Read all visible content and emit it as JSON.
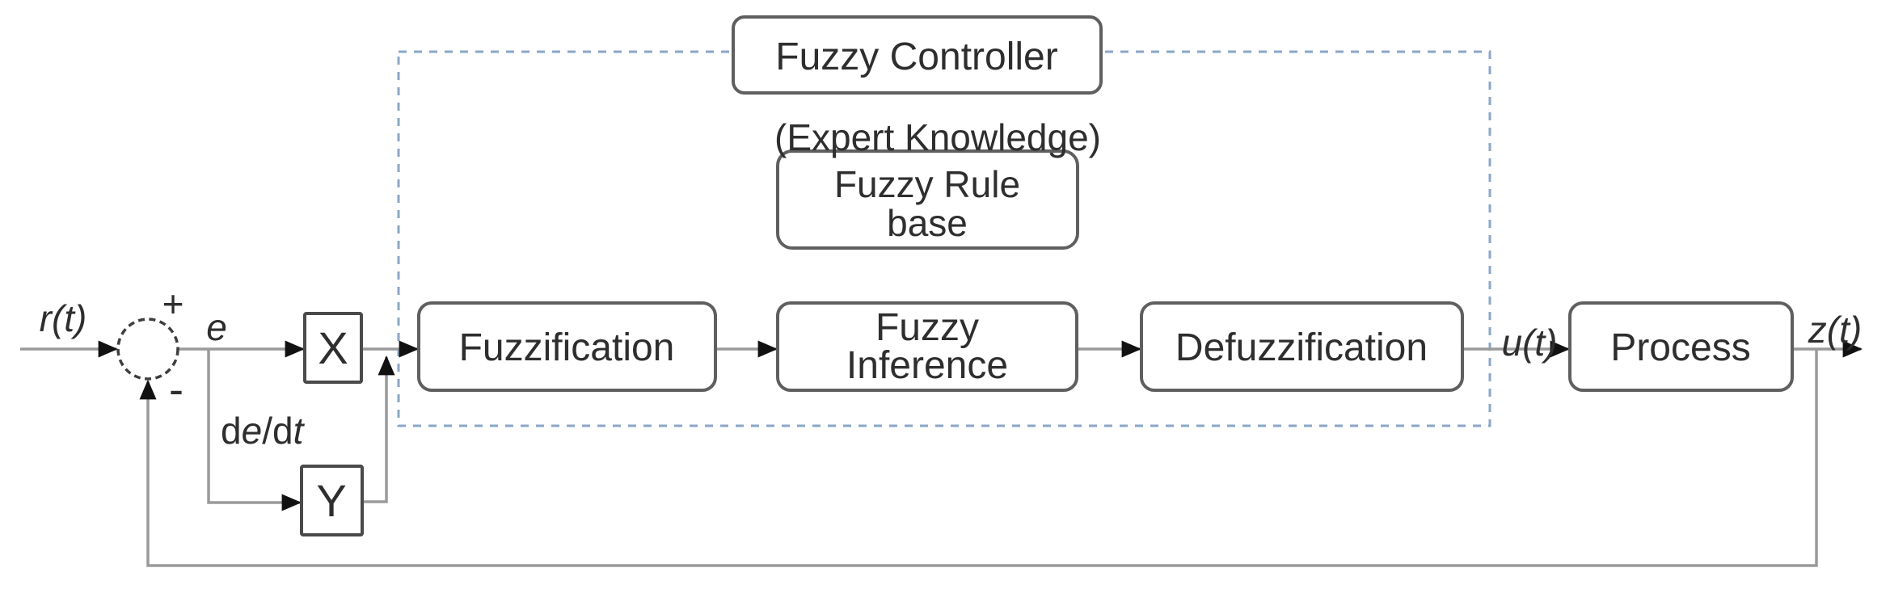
{
  "diagram": {
    "controller_label": "Fuzzy Controller",
    "controller_subtitle": "(Expert Knowledge)",
    "rule_base": {
      "line1": "Fuzzy Rule",
      "line2": "base"
    },
    "blocks": {
      "fuzzification": "Fuzzification",
      "inference_line1": "Fuzzy",
      "inference_line2": "Inference",
      "defuzzification": "Defuzzification",
      "process": "Process",
      "gain_x": "X",
      "gain_y": "Y"
    },
    "signals": {
      "reference": "r(t)",
      "error": "e",
      "plus": "+",
      "minus": "-",
      "deriv_d1": "d",
      "deriv_e": "e",
      "deriv_d2": "/d",
      "deriv_t": "t",
      "control": "u(t)",
      "output": "z(t)"
    },
    "colors": {
      "dashed_boundary": "#8aa7c7",
      "connector": "#9a9a9a",
      "block_border": "#5f5f5f",
      "text": "#2e2e2e"
    }
  }
}
